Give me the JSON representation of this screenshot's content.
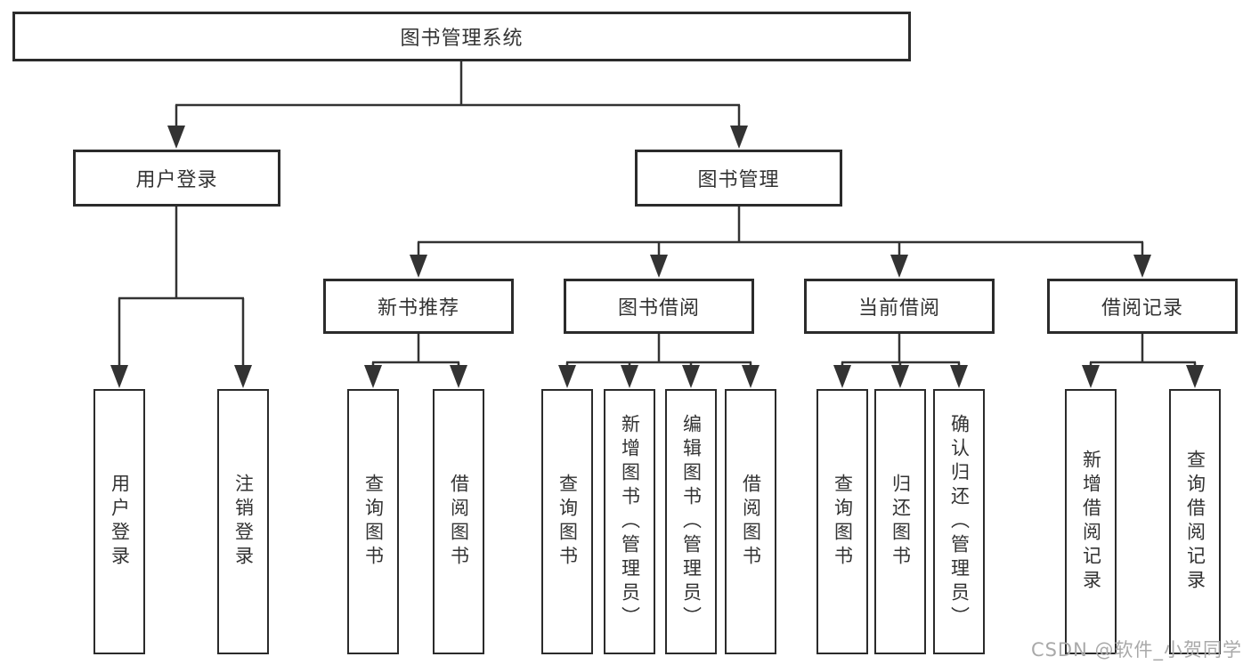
{
  "tree": {
    "label": "图书管理系统",
    "children": [
      {
        "label": "用户登录",
        "children": [
          {
            "label": "用户登录"
          },
          {
            "label": "注销登录"
          }
        ]
      },
      {
        "label": "图书管理",
        "children": [
          {
            "label": "新书推荐",
            "children": [
              {
                "label": "查询图书"
              },
              {
                "label": "借阅图书"
              }
            ]
          },
          {
            "label": "图书借阅",
            "children": [
              {
                "label": "查询图书"
              },
              {
                "label": "新增图书（管理员）"
              },
              {
                "label": "编辑图书（管理员）"
              },
              {
                "label": "借阅图书"
              }
            ]
          },
          {
            "label": "当前借阅",
            "children": [
              {
                "label": "查询图书"
              },
              {
                "label": "归还图书"
              },
              {
                "label": "确认归还（管理员）"
              }
            ]
          },
          {
            "label": "借阅记录",
            "children": [
              {
                "label": "新增借阅记录"
              },
              {
                "label": "查询借阅记录"
              }
            ]
          }
        ]
      }
    ]
  },
  "watermark": {
    "text": "CSDN @软件_小贺同学"
  },
  "colors": {
    "line": "#333333",
    "box_border": "#2b2b2b",
    "text": "#333333",
    "watermark": "#a9a9a9",
    "background": "#ffffff"
  }
}
